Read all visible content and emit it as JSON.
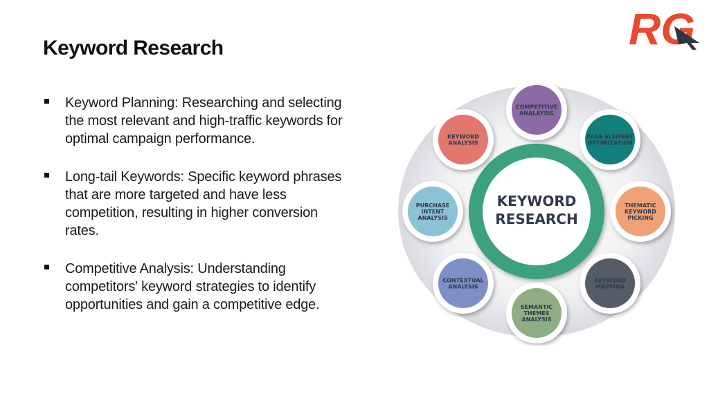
{
  "slide": {
    "title": "Keyword Research",
    "logo_letters": "RG",
    "bullets": [
      "Keyword Planning: Researching and selecting the most relevant and high-traffic keywords for optimal campaign performance.",
      "Long-tail Keywords: Specific keyword phrases that are more targeted and have less competition, resulting in higher conversion rates.",
      "Competitive Analysis: Understanding competitors' keyword strategies to identify opportunities and gain a competitive edge."
    ]
  },
  "diagram": {
    "center_lines": [
      "KEYWORD",
      "RESEARCH"
    ],
    "nodes": [
      {
        "lines": [
          "COMPETITIVE",
          "ANALAYSIS"
        ],
        "color": "#8b6aa6"
      },
      {
        "lines": [
          "PAGE ELEMENT",
          "OPTIMIZATION"
        ],
        "color": "#137f7c"
      },
      {
        "lines": [
          "THEMATIC",
          "KEYWORD",
          "PICKING"
        ],
        "color": "#f0a177"
      },
      {
        "lines": [
          "KEYWORD",
          "MAPPING"
        ],
        "color": "#555c68"
      },
      {
        "lines": [
          "SEMANTIC",
          "THEMES",
          "ANALYSIS"
        ],
        "color": "#8fad84"
      },
      {
        "lines": [
          "CONTEXTUAL",
          "ANALYSIS"
        ],
        "color": "#7d8fc4"
      },
      {
        "lines": [
          "PURCHASE",
          "INTENT",
          "ANALYSIS"
        ],
        "color": "#8cc2d6"
      },
      {
        "lines": [
          "KEYWORD",
          "ANALYSIS"
        ],
        "color": "#e2776e"
      }
    ],
    "colors": {
      "ring": "#3aa181",
      "center_text": "#2f3a4a",
      "node_text": "#2f3a4a",
      "logo_red": "#e84a2f",
      "logo_dark": "#2f3640"
    }
  }
}
